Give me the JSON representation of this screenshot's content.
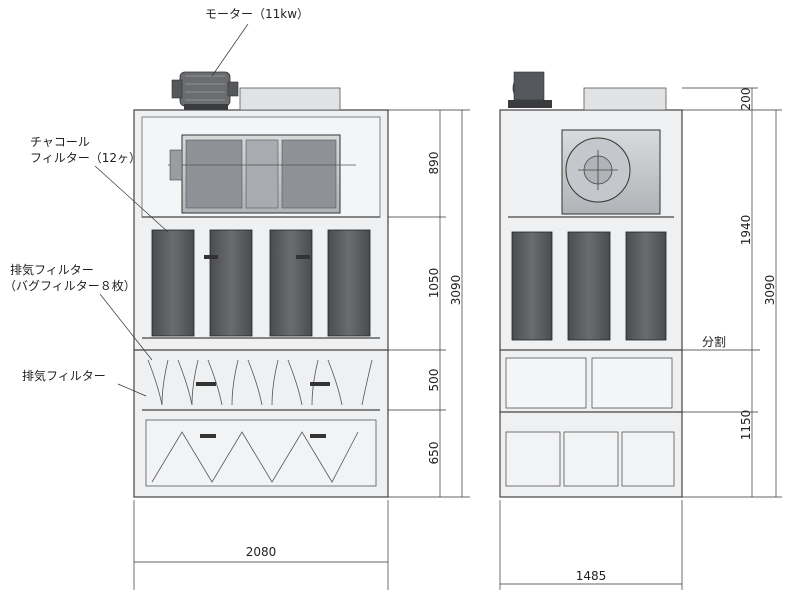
{
  "labels": {
    "motor": "モーター（11kw）",
    "charcoal_line1": "チャコール",
    "charcoal_line2": "フィルター（12ヶ）",
    "bag_line1": "排気フィルター",
    "bag_line2": "（バグフィルター８枚）",
    "exhaust": "排気フィルター",
    "split": "分割"
  },
  "dimensions": {
    "front": {
      "width": "2080",
      "charcoal_section": "890",
      "bag_section": "1050",
      "filter_section": "500",
      "bottom_section": "650",
      "total_height": "3090"
    },
    "side": {
      "width": "1485",
      "top": "200",
      "upper": "1940",
      "lower": "1150",
      "total_height": "3090"
    }
  },
  "colors": {
    "line": "#444444",
    "panel_dark": "#55575c",
    "panel_fill": "#b9bcc0",
    "frame_fill": "#e8eaec"
  }
}
